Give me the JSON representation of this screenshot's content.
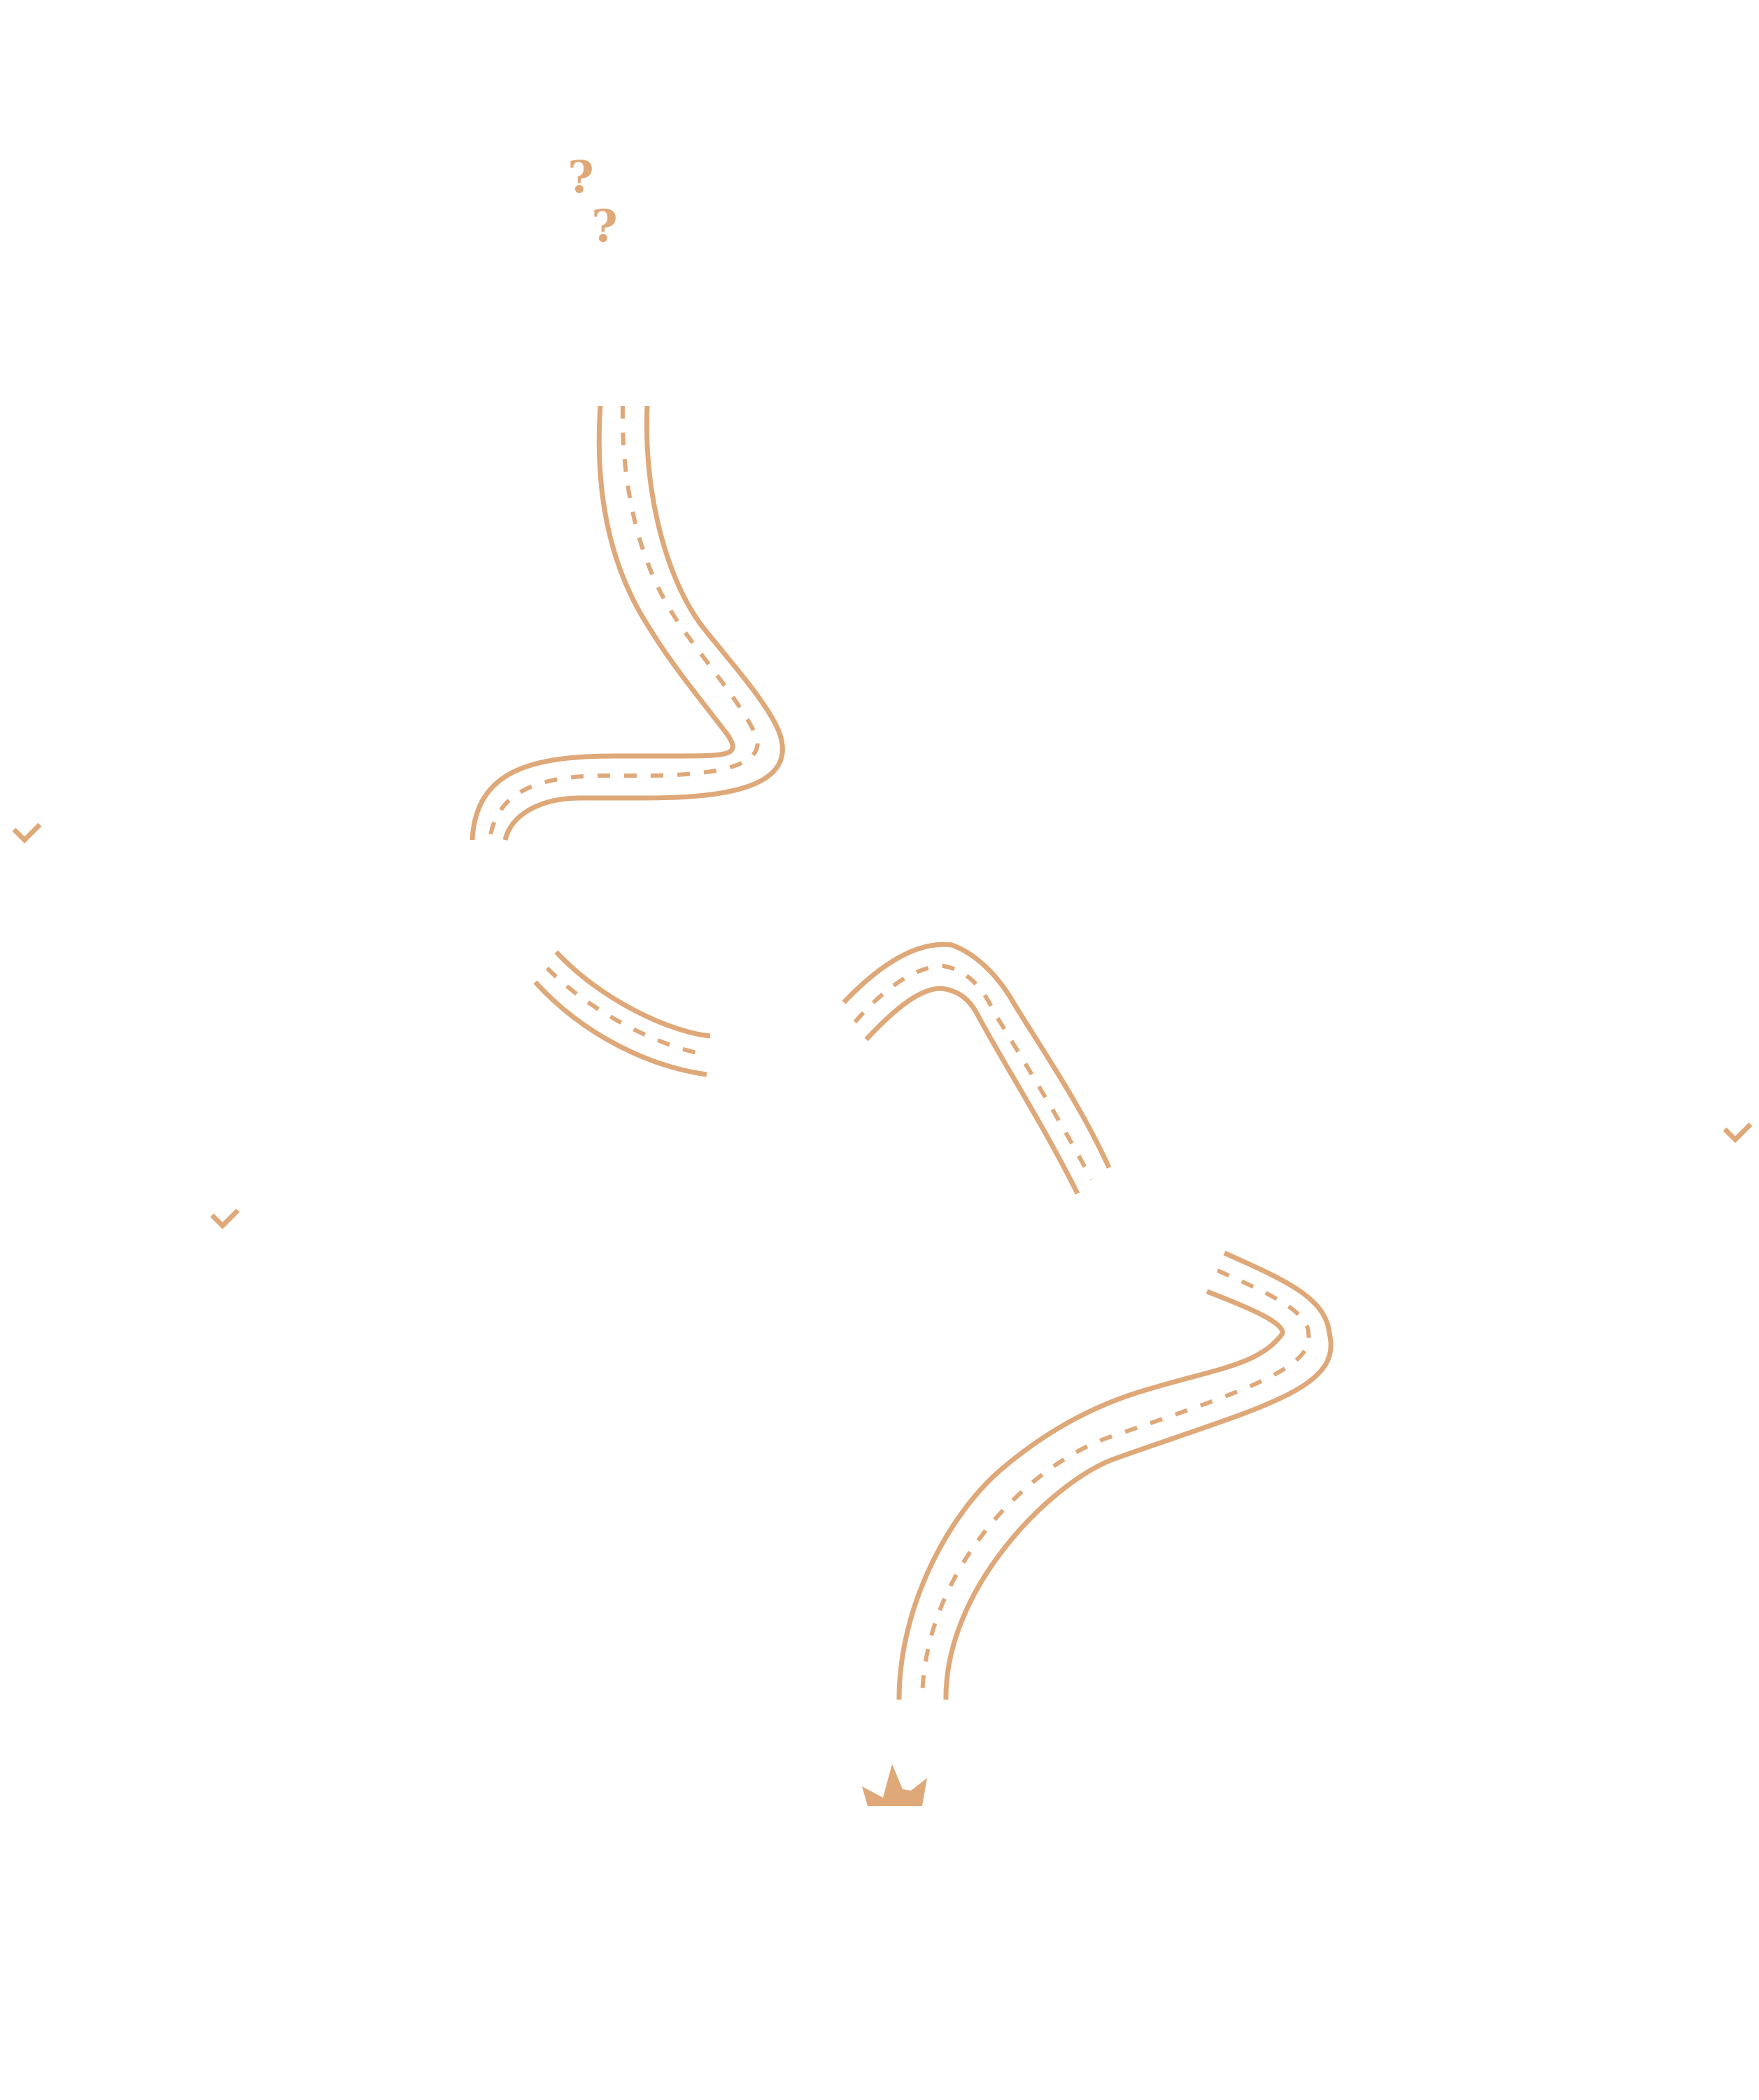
{
  "theme": {
    "accent": "#dfa879",
    "background": "#ffffff"
  },
  "icons": {
    "start": [
      "question-mark-icon",
      "question-mark-icon"
    ],
    "checkpoints": [
      "checkmark-icon",
      "checkmark-icon",
      "checkmark-icon"
    ],
    "finish": "crown-icon"
  },
  "road_segments": [
    "road-segment-1",
    "road-segment-2",
    "road-segment-3",
    "road-segment-4"
  ]
}
